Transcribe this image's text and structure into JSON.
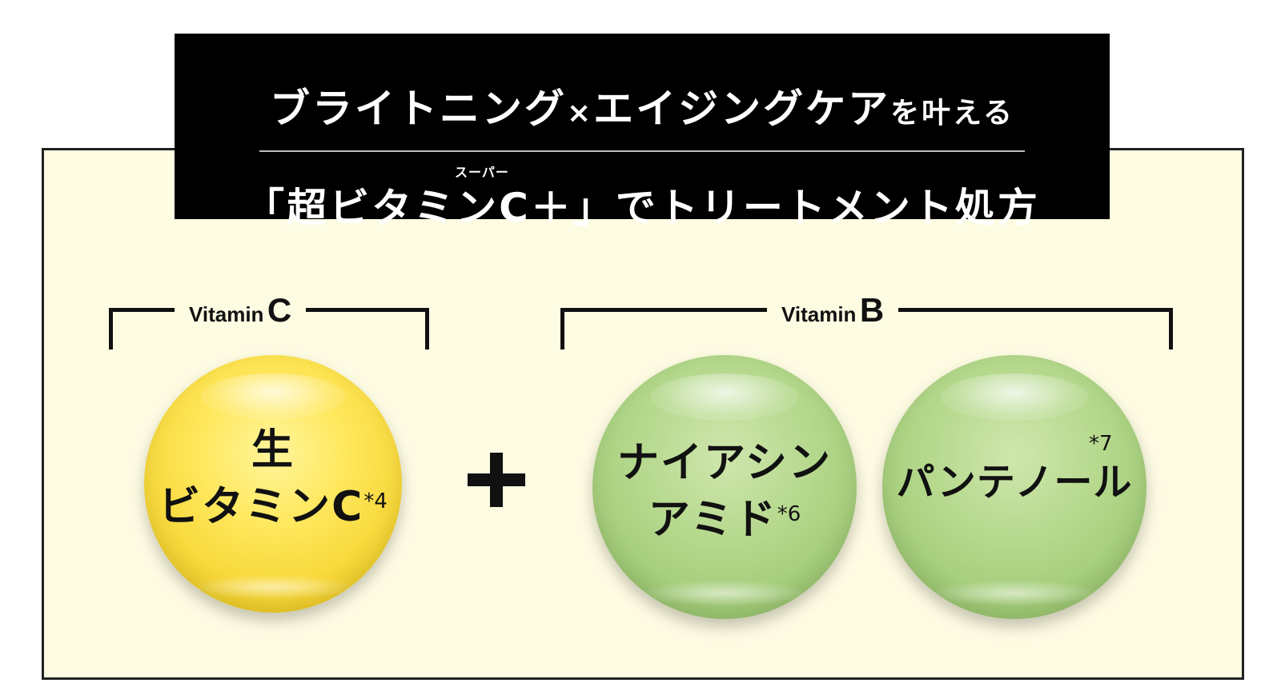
{
  "header": {
    "line1_part1": "ブライトニング",
    "line1_times": "×",
    "line1_part2": "エイジングケア",
    "line1_part3": "を叶える",
    "ruby": "スーパー",
    "line2": "「超ビタミンC＋」でトリートメント処方"
  },
  "groups": {
    "vitamin_c": {
      "label_prefix": "Vitamin",
      "label_letter": "C"
    },
    "vitamin_b": {
      "label_prefix": "Vitamin",
      "label_letter": "B"
    }
  },
  "operator": "+",
  "ingredients": [
    {
      "line1": "生",
      "line2": "ビタミンC",
      "note": "*4",
      "color": "#f5d32e"
    },
    {
      "line1": "ナイアシン",
      "line2": "アミド",
      "note": "*6",
      "color": "#9ec973"
    },
    {
      "line1": "パンテノール",
      "note": "*7",
      "color": "#9ec973"
    }
  ],
  "colors": {
    "panel_background": "#fdfbe2",
    "header_background": "#000000",
    "header_text": "#ffffff",
    "yellow_bubble": "#f5d32e",
    "green_bubble": "#9ec973"
  }
}
